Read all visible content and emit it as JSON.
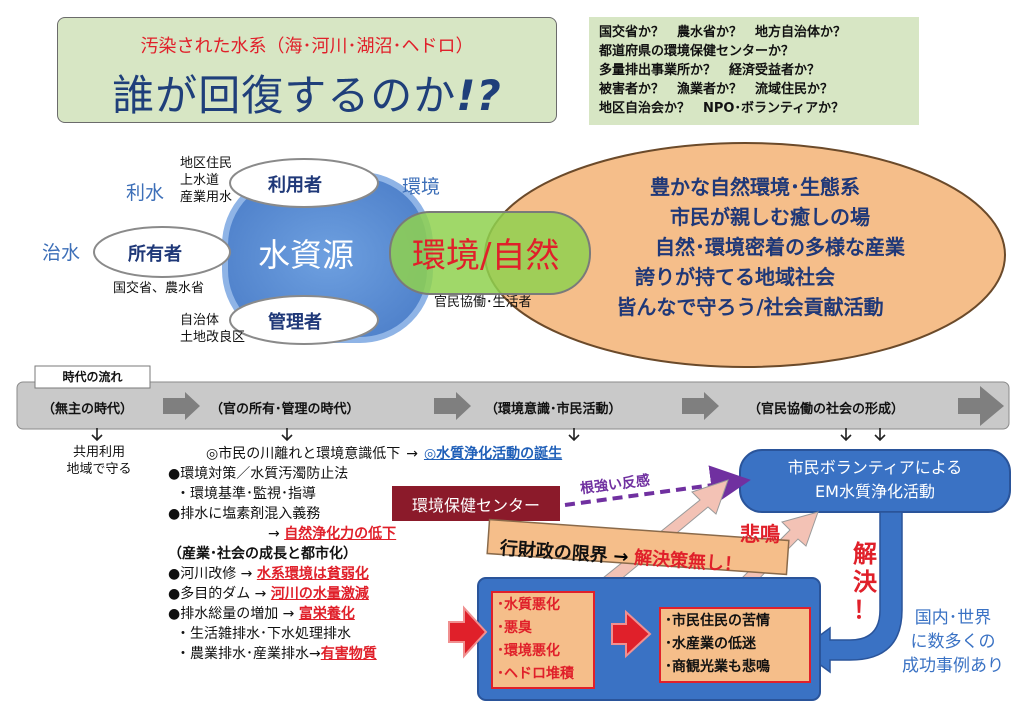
{
  "title": {
    "subtitle": "汚染された水系（海･河川･湖沼･ヘドロ）",
    "main": "誰が回復するのか",
    "main_suffix": "!?"
  },
  "questions": [
    "国交省か？　農水省か？　地方自治体か？",
    "都道府県の環境保健センターか？",
    "多量排出事業所か？　経済受益者か？",
    "被害者か？　漁業者か？　流域住民か？",
    "地区自治会か？　NPO･ボランティアか？"
  ],
  "water_diagram": {
    "center": "水資源",
    "user": "利用者",
    "owner": "所有者",
    "manager": "管理者",
    "rikisui": "利水",
    "chisui": "治水",
    "kankyo": "環境",
    "user_labels": [
      "地区住民",
      "上水道",
      "産業用水"
    ],
    "owner_label": "国交省、農水省",
    "manager_labels": [
      "自治体",
      "土地改良区"
    ],
    "nature": "環境/自然",
    "collab": "官民協働･生活者"
  },
  "nature_items": [
    "豊かな自然環境･生態系",
    "市民が親しむ癒しの場",
    "自然･環境密着の多様な産業",
    "誇りが持てる地域社会",
    "皆んなで守ろう/社会貢献活動"
  ],
  "timeline": {
    "label": "時代の流れ",
    "eras": [
      "（無主の時代）",
      "（官の所有･管理の時代）",
      "（環境意識･市民活動）",
      "（官民協働の社会の形成）"
    ]
  },
  "left_note": [
    "共用利用",
    "地域で守る"
  ],
  "middle": {
    "line1": "◎市民の川離れと環境意識低下",
    "arrow1": "→",
    "birth": "◎水質浄化活動の誕生",
    "line2": "●環境対策／水質汚濁防止法",
    "line3": "・環境基準･監視･指導",
    "line4": "●排水に塩素剤混入義務",
    "line5_arrow": "→",
    "line5": "自然浄化力の低下",
    "line6": "（産業･社会の成長と都市化）",
    "line7": "●河川改修",
    "line7_red": "水系環境は貧弱化",
    "line8": "●多目的ダム",
    "line8_red": "河川の水量激減",
    "line9": "●排水総量の増加",
    "line9_red": "富栄養化",
    "line10": "・生活雑排水･下水処理排水",
    "line11": "・農業排水･産業排水",
    "line11_red": "有害物質",
    "arrow": "→"
  },
  "health_center": "環境保健センター",
  "resistance": "根強い反感",
  "volunteer": [
    "市民ボランティアによる",
    "EM水質浄化活動"
  ],
  "finance": {
    "text": "行財政の限界",
    "arrow": "→",
    "red": "解決策無し！"
  },
  "sorrow": "悲鳴",
  "solution": [
    "解",
    "決",
    "！"
  ],
  "pollution_list": [
    "･水質悪化",
    "･悪臭",
    "･環境悪化",
    "･ヘドロ堆積"
  ],
  "impact_list": [
    "･市民住民の苦情",
    "･水産業の低迷",
    "･商観光業も悲鳴"
  ],
  "success": [
    "国内･世界",
    "に数多くの",
    "成功事例あり"
  ],
  "colors": {
    "title_bg": "#d7e6c4",
    "water_blue": "#5b8fd6",
    "nature_orange": "#f5be8a",
    "green": "#8fd14f",
    "red": "#e0202a",
    "navy": "#1f3878",
    "maroon": "#8b1a2a",
    "purple": "#7030a0",
    "box_blue": "#3a72c4"
  }
}
